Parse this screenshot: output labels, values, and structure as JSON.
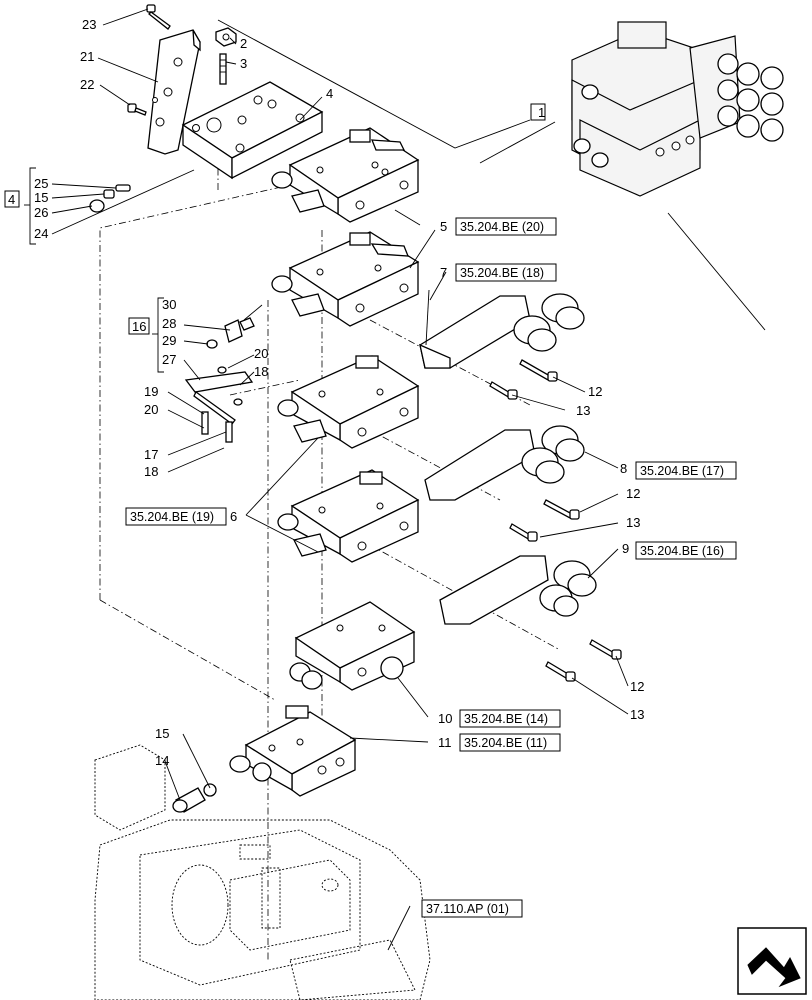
{
  "item_labels": {
    "n1": "1",
    "n2": "2",
    "n3": "3",
    "n4": "4",
    "n5": "5",
    "n6": "6",
    "n7": "7",
    "n8": "8",
    "n9": "9",
    "n10": "10",
    "n11": "11",
    "n12a": "12",
    "n12b": "12",
    "n12c": "12",
    "n13a": "13",
    "n13b": "13",
    "n13c": "13",
    "n14": "14",
    "n15a": "15",
    "n15b": "15",
    "n16": "16",
    "n17": "17",
    "n18a": "18",
    "n18b": "18",
    "n19": "19",
    "n20a": "20",
    "n20b": "20",
    "n21": "21",
    "n22": "22",
    "n23": "23",
    "n24": "24",
    "n25": "25",
    "n26": "26",
    "n27": "27",
    "n28": "28",
    "n29": "29",
    "n30": "30",
    "kit4": "4"
  },
  "references": {
    "ref_5": "35.204.BE (20)",
    "ref_7": "35.204.BE (18)",
    "ref_6": "35.204.BE (19)",
    "ref_8": "35.204.BE (17)",
    "ref_9": "35.204.BE (16)",
    "ref_10": "35.204.BE (14)",
    "ref_11": "35.204.BE (11)",
    "ref_transmission": "37.110.AP (01)"
  },
  "icons": {
    "nav": "next-page-arrow-icon"
  }
}
